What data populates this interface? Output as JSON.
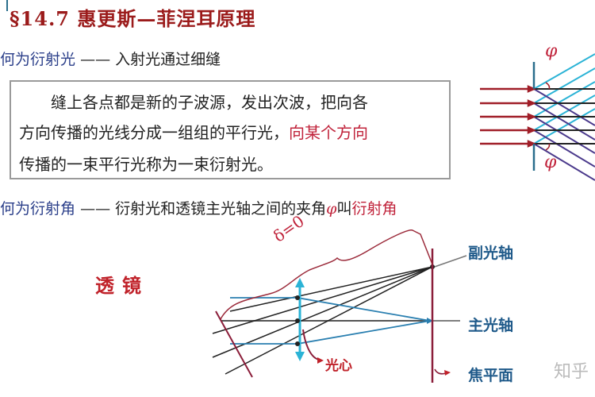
{
  "title": {
    "section": "§14.7",
    "left": "惠更斯",
    "dash": "—",
    "right": "菲涅耳原理"
  },
  "definition_light": {
    "term": "何为衍射光",
    "dash": "——",
    "desc": "入射光通过细缝"
  },
  "box": {
    "line1": "　　缝上各点都是新的子波源，发出次波，把向各",
    "line2_black": "方向传播的光线分成一组组的平行光，",
    "line2_red": "向某个方向",
    "line3_red": "传播的一束平行光称为一束衍射光。"
  },
  "definition_angle": {
    "term": "何为衍射角",
    "dash": "——",
    "desc": "衍射光和透镜主光轴之间的夹角",
    "symbol": "φ",
    "call": "叫",
    "name": "衍射角"
  },
  "lens_diagram": {
    "lens_label": "透镜",
    "delta_label": "δ=0",
    "optical_center_label": "光心",
    "secondary_axis_label": "副光轴",
    "principal_axis_label": "主光轴",
    "focal_plane_label": "焦平面"
  },
  "slit_diagram": {
    "phi_top": "φ",
    "phi_bottom": "φ",
    "incident_rays": 5
  },
  "watermark": "知乎",
  "colors": {
    "title_red": "#9b1b1b",
    "term_blue": "#2b3f8a",
    "highlight_red": "#c0223a",
    "ray_red": "#a01e28",
    "cyan": "#2bb3d6",
    "purple": "#4b3a8c",
    "axis_blue": "#1f5a8a"
  }
}
